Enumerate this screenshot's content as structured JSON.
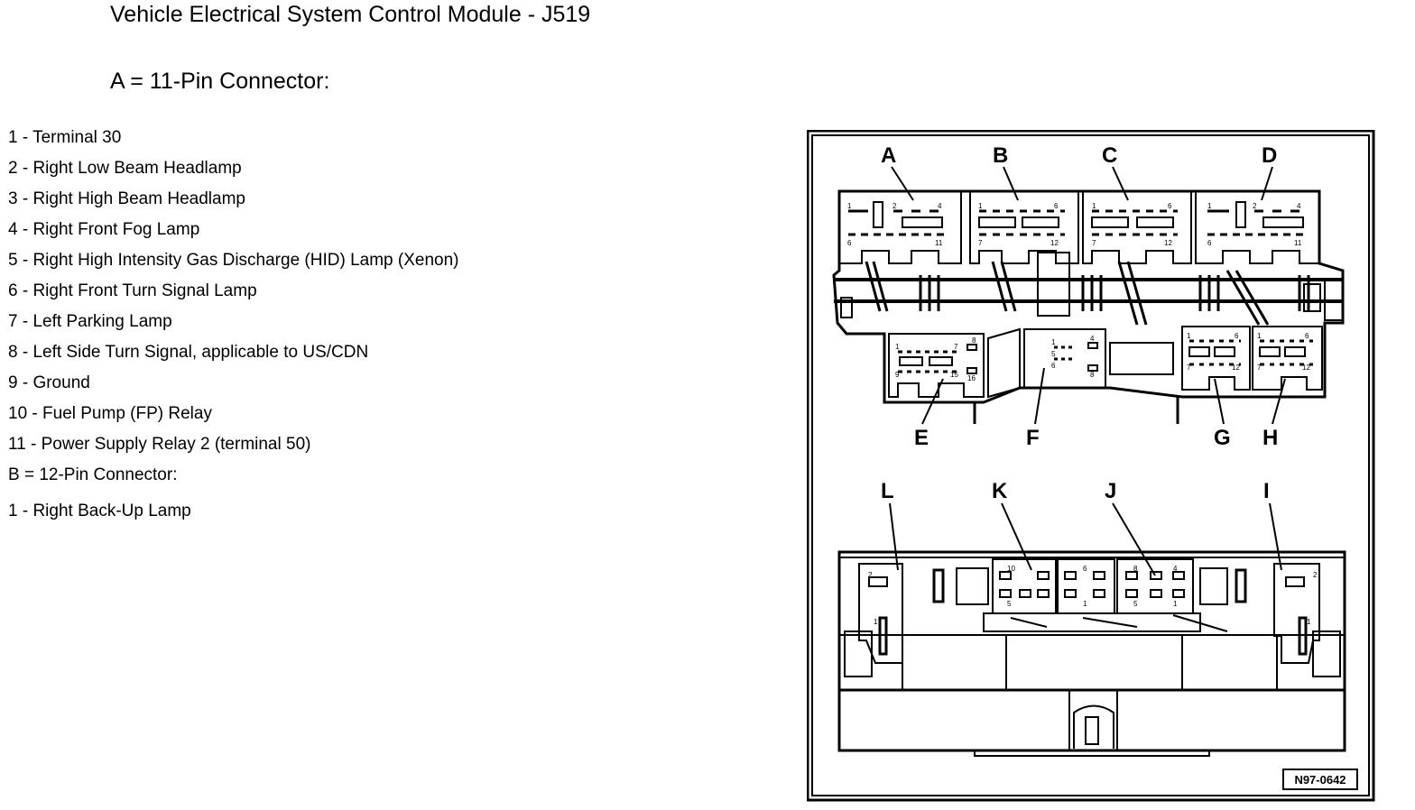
{
  "header": {
    "title": "Vehicle Electrical System Control Module - J519",
    "subtitle": "A = 11-Pin Connector:"
  },
  "pin_list": [
    "1 - Terminal 30",
    "2 - Right Low Beam Headlamp",
    "3 - Right High Beam Headlamp",
    "4 - Right Front Fog Lamp",
    "5 - Right High Intensity Gas Discharge (HID) Lamp (Xenon)",
    "6 - Right Front Turn Signal Lamp",
    "7 - Left Parking Lamp",
    "8 - Left Side Turn Signal, applicable to US/CDN",
    "9 - Ground",
    "10 - Fuel Pump (FP) Relay",
    "11 - Power Supply Relay 2 (terminal 50)",
    "B = 12-Pin Connector:",
    "1 - Right Back-Up Lamp"
  ],
  "diagram": {
    "connector_labels": {
      "A": "A",
      "B": "B",
      "C": "C",
      "D": "D",
      "E": "E",
      "F": "F",
      "G": "G",
      "H": "H",
      "I": "I",
      "J": "J",
      "K": "K",
      "L": "L"
    },
    "pin_numbers": {
      "a1": "1",
      "a2": "2",
      "a4": "4",
      "a6": "6",
      "a11": "11",
      "b1": "1",
      "b6": "6",
      "b7": "7",
      "b12": "12",
      "c1": "1",
      "c6": "6",
      "c7": "7",
      "c12": "12",
      "d1": "1",
      "d2": "2",
      "d4": "4",
      "d6": "6",
      "d11": "11",
      "e1": "1",
      "e7": "7",
      "e8": "8",
      "e9": "9",
      "e15": "15",
      "e16": "16",
      "f1": "1",
      "f4": "4",
      "f5": "5",
      "f6": "6",
      "f8": "8",
      "g1": "1",
      "g6": "6",
      "g7": "7",
      "g12": "12",
      "h1": "1",
      "h6": "6",
      "h7": "7",
      "h12": "12",
      "k10": "10",
      "k5": "5",
      "k6": "6",
      "k1": "1",
      "j8": "8",
      "j4": "4",
      "j5": "5",
      "j1": "1",
      "l2": "2",
      "l1": "1",
      "i2": "2",
      "i1": "1"
    },
    "reference_number": "N97-0642"
  }
}
